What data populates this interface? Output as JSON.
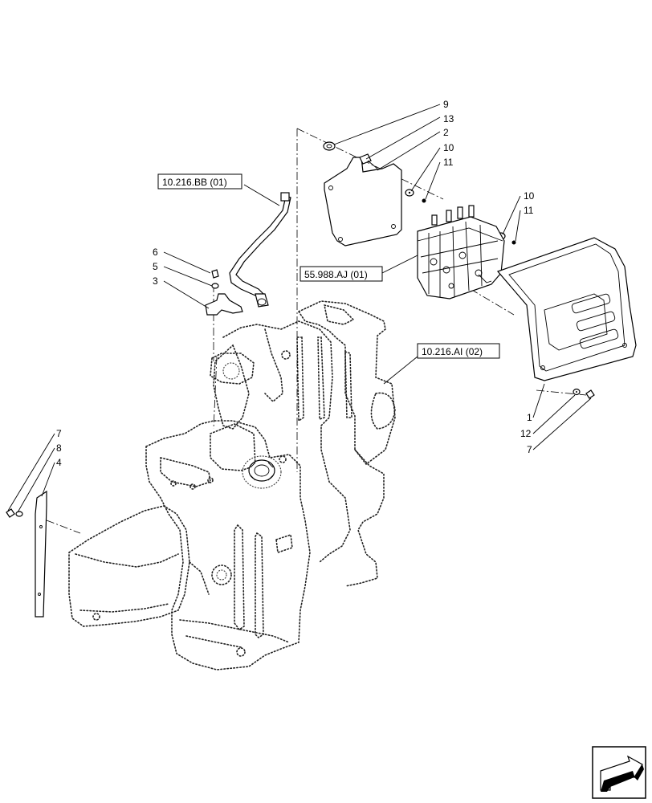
{
  "callouts": {
    "c9": "9",
    "c13": "13",
    "c2": "2",
    "c10a": "10",
    "c11a": "11",
    "c10b": "10",
    "c11b": "11",
    "c6": "6",
    "c5": "5",
    "c3": "3",
    "c7a": "7",
    "c8": "8",
    "c4": "4",
    "c1": "1",
    "c12": "12",
    "c7b": "7"
  },
  "references": {
    "ref_bb": "10.216.BB (01)",
    "ref_aj": "55.988.AJ (01)",
    "ref_ai": "10.216.AI (02)"
  },
  "icons": {
    "nav": "next-page-arrow-icon"
  }
}
